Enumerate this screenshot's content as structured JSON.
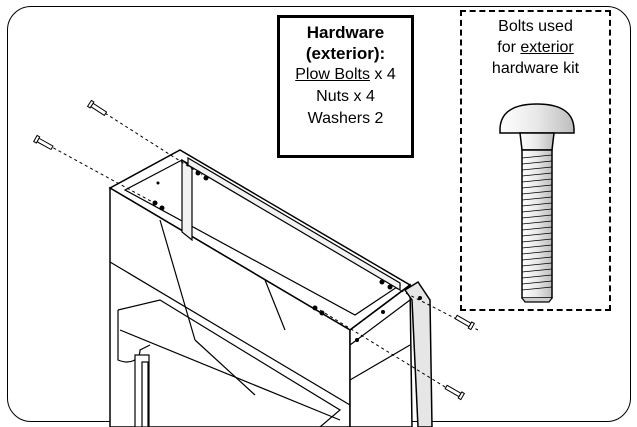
{
  "hardware_box": {
    "title_line1": "Hardware",
    "title_line2": "(exterior):",
    "item1_name": "Plow Bolts",
    "item1_qty": " x 4",
    "item2": "Nuts x 4",
    "item3": "Washers 2"
  },
  "bolt_callout": {
    "line1": "Bolts used",
    "line2_prefix": "for ",
    "line2_emph": "exterior",
    "line3": "hardware kit"
  },
  "colors": {
    "line": "#000000",
    "shade": "#d9d9d9",
    "background": "#ffffff"
  }
}
